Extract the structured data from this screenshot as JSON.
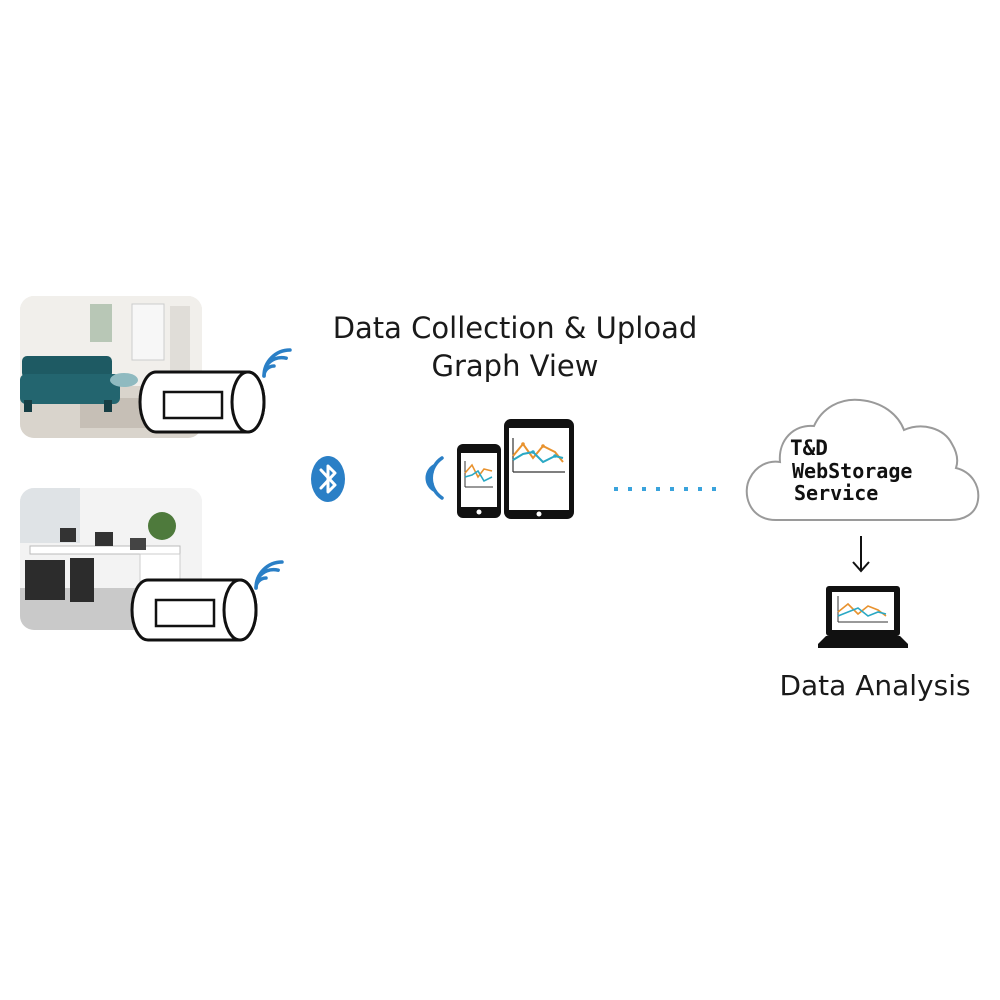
{
  "title": {
    "line1": "Data Collection & Upload",
    "line2": "Graph View"
  },
  "cloud": {
    "line1": "T&D",
    "line2": "WebStorage",
    "line3": "Service"
  },
  "analysis_label": "Data Analysis",
  "icons": {
    "bluetooth": "bluetooth-icon",
    "wireless": "wireless-signal-icon",
    "arrow": "arrow-down-icon"
  },
  "colors": {
    "accent_blue": "#2a7fc6",
    "dotted_line": "#3aa3dc",
    "chart_orange": "#e8922e",
    "chart_teal": "#2aa8c4"
  }
}
